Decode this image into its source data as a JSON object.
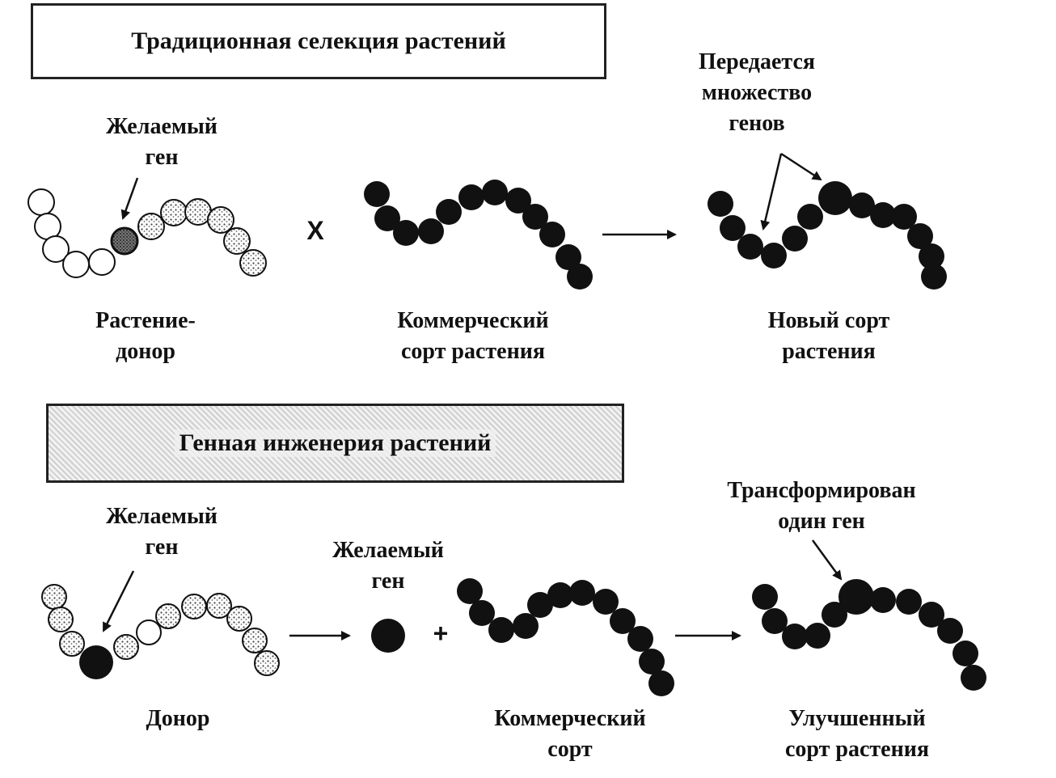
{
  "section_traditional": {
    "title": "Традиционная селекция растений",
    "desired_gene_line1": "Желаемый",
    "desired_gene_line2": "ген",
    "many_genes_line1": "Передается",
    "many_genes_line2": "множество",
    "many_genes_line3": "генов",
    "cross_symbol": "X",
    "donor_line1": "Растение-",
    "donor_line2": "донор",
    "commercial_line1": "Коммерческий",
    "commercial_line2": "сорт растения",
    "new_variety_line1": "Новый сорт",
    "new_variety_line2": "растения"
  },
  "section_genetic": {
    "title": "Генная инженерия растений",
    "desired_gene_line1": "Желаемый",
    "desired_gene_line2": "ген",
    "isolated_gene_line1": "Желаемый",
    "isolated_gene_line2": "ген",
    "one_gene_line1": "Трансформирован",
    "one_gene_line2": "один ген",
    "plus_symbol": "+",
    "donor": "Донор",
    "commercial_line1": "Коммерческий",
    "commercial_line2": "сорт",
    "improved_line1": "Улучшенный",
    "improved_line2": "сорт растения"
  },
  "colors": {
    "dark_bead": "#111111",
    "light_bead": "#ffffff",
    "speckle": "#555555"
  }
}
